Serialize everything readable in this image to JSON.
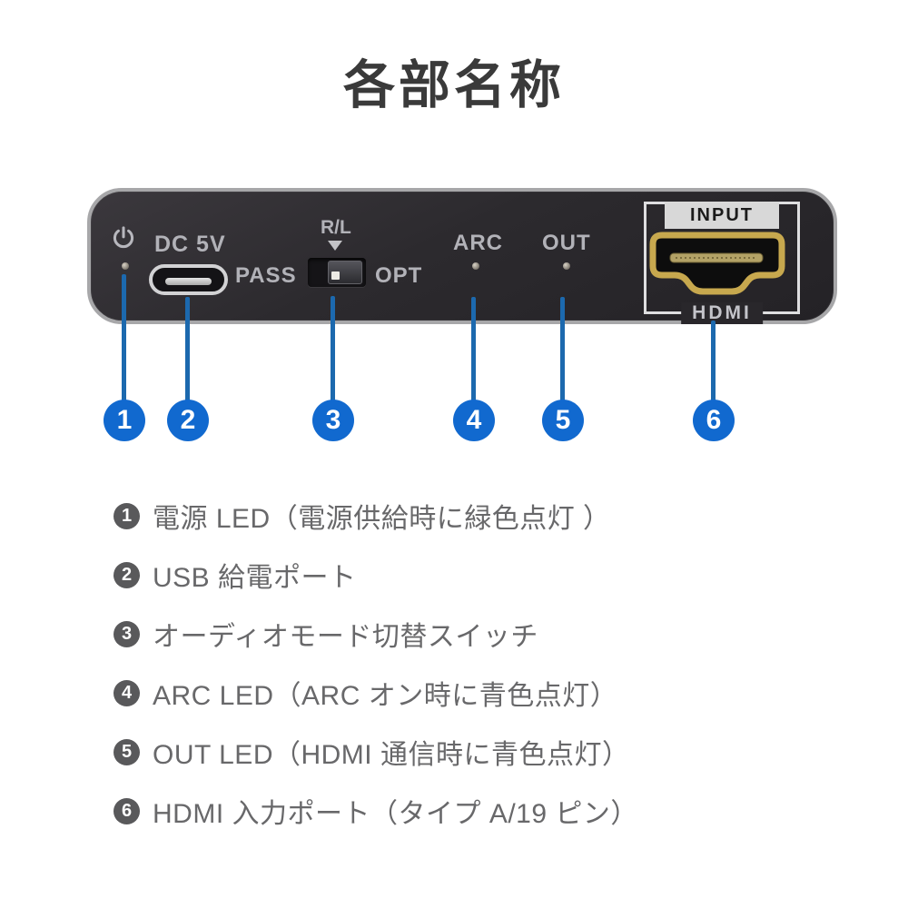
{
  "page": {
    "title": "各部名称"
  },
  "device": {
    "dc_label": "DC 5V",
    "switch": {
      "top_label": "R/L",
      "left_label": "PASS",
      "right_label": "OPT"
    },
    "arc_label": "ARC",
    "out_label": "OUT",
    "hdmi": {
      "input_label": "INPUT",
      "hdmi_label": "HDMI"
    }
  },
  "callouts": [
    {
      "number": "1"
    },
    {
      "number": "2"
    },
    {
      "number": "3"
    },
    {
      "number": "4"
    },
    {
      "number": "5"
    },
    {
      "number": "6"
    }
  ],
  "legend": [
    {
      "number": "1",
      "text": "電源 LED（電源供給時に緑色点灯 ）"
    },
    {
      "number": "2",
      "text": "USB 給電ポート"
    },
    {
      "number": "3",
      "text": "オーディオモード切替スイッチ"
    },
    {
      "number": "4",
      "text": "ARC LED（ARC オン時に青色点灯）"
    },
    {
      "number": "5",
      "text": "OUT LED（HDMI 通信時に青色点灯）"
    },
    {
      "number": "6",
      "text": "HDMI 入力ポート（タイプ A/19 ピン）"
    }
  ],
  "colors": {
    "accent_blue": "#1169cf",
    "leader_line_blue": "#1c69ae",
    "panel_dark": "#2c2a2e",
    "panel_border_gray": "#a7a7a9",
    "panel_label_gray": "#b2b2b8",
    "legend_text_gray": "#68686a",
    "hdmi_gold": "#c7a84e"
  }
}
